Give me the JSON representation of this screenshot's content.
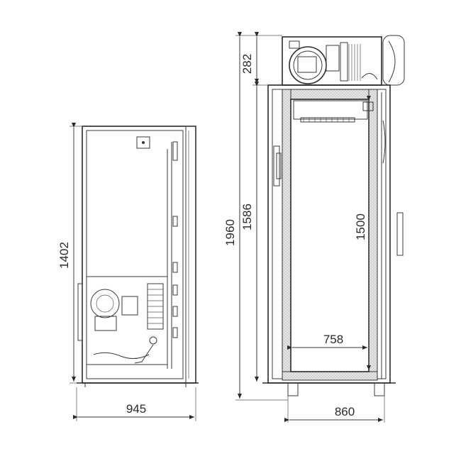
{
  "dimensions": {
    "left_height": "1402",
    "left_depth": "945",
    "total_height": "1960",
    "cabinet_height": "1586",
    "top_unit_height": "282",
    "inner_height": "1500",
    "inner_width": "758",
    "front_width": "860"
  },
  "colors": {
    "line": "#3a3a3a",
    "insulation": "#d8d8d8",
    "background": "#ffffff"
  }
}
